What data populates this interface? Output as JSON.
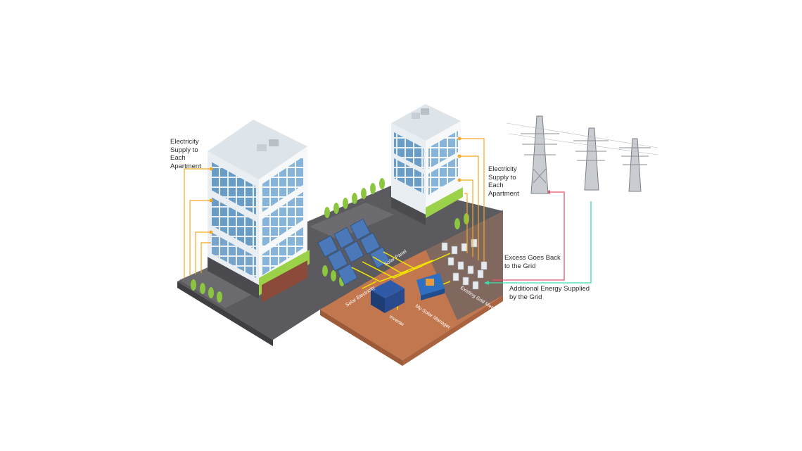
{
  "labels": {
    "left_supply": "Electricity Supply to Each Apartment",
    "right_supply": "Electricity Supply to Each Apartment",
    "excess": "Excess Goes Back to the Grid",
    "additional": "Additional Energy Supplied by the Grid",
    "solar_panel": "Solar Panel",
    "solar_electricity": "Solar Electricity",
    "inverter": "Inverter",
    "manager": "My-Solar Manager",
    "meters": "Existing Grid Meters"
  },
  "colors": {
    "supply_line": "#f5a623",
    "excess_line": "#e8566f",
    "grid_line": "#3ddbb0",
    "solar_line": "#f2e600",
    "ground": "#c2774e",
    "street": "#5b5b5f",
    "glass": "#6a9cc8",
    "accent": "#9bd24a"
  },
  "icons": {
    "buildings": "apartment-building-icon",
    "towers": "transmission-tower-icon",
    "panels": "solar-panel-icon",
    "inverter": "inverter-icon",
    "manager": "solar-manager-icon",
    "meters": "electric-meter-icon"
  }
}
